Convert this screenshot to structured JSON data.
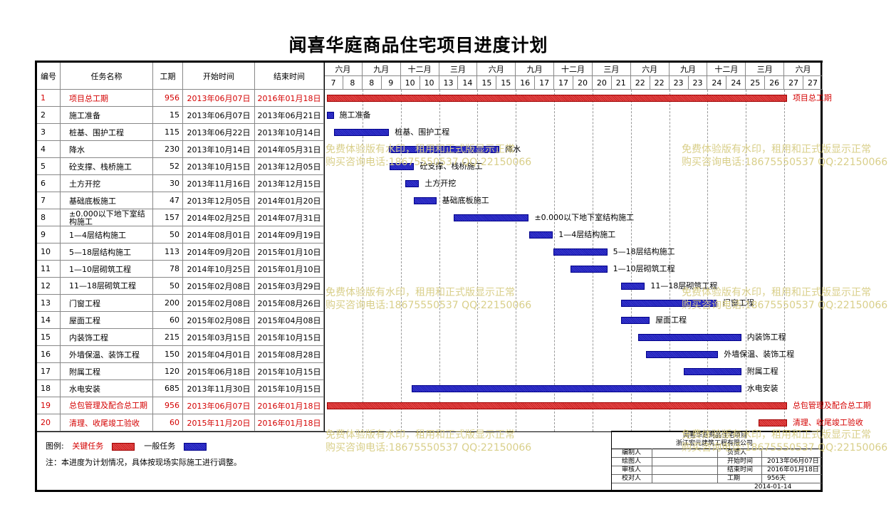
{
  "title": "闻喜华庭商品住宅项目进度计划",
  "columns": {
    "id": "编号",
    "name": "任务名称",
    "duration": "工期",
    "start": "开始时间",
    "end": "结束时间"
  },
  "timeline": {
    "months": [
      "六月",
      "九月",
      "十二月",
      "三月",
      "六月",
      "九月",
      "十二月",
      "三月",
      "六月",
      "九月",
      "十二月",
      "三月",
      "六月"
    ],
    "cells": [
      "7",
      "8",
      "8",
      "9",
      "10",
      "10",
      "13",
      "14",
      "15",
      "15",
      "16",
      "17",
      "17",
      "20",
      "20",
      "21",
      "22",
      "22",
      "23",
      "23",
      "24",
      "24",
      "25",
      "26",
      "27",
      "27"
    ]
  },
  "chart_data": {
    "type": "gantt",
    "title": "闻喜华庭商品住宅项目进度计划",
    "x_axis": {
      "type": "date",
      "range": [
        "2013-06-01",
        "2016-03-31"
      ]
    },
    "tasks": [
      {
        "id": "1",
        "name": "项目总工期",
        "duration": "956",
        "start": "2013年06月07日",
        "end": "2016年01月18日",
        "critical": true,
        "bar_label": "项目总工期",
        "x": [
          "2013-06-07",
          "2016-01-18"
        ]
      },
      {
        "id": "2",
        "name": "施工准备",
        "duration": "15",
        "start": "2013年06月07日",
        "end": "2013年06月21日",
        "critical": false,
        "bar_label": "施工准备",
        "x": [
          "2013-06-07",
          "2013-06-21"
        ]
      },
      {
        "id": "3",
        "name": "桩基、围护工程",
        "duration": "115",
        "start": "2013年06月22日",
        "end": "2013年10月14日",
        "critical": false,
        "bar_label": "桩基、围护工程",
        "x": [
          "2013-06-22",
          "2013-10-14"
        ]
      },
      {
        "id": "4",
        "name": "降水",
        "duration": "230",
        "start": "2013年10月14日",
        "end": "2014年05月31日",
        "critical": false,
        "bar_label": "降水",
        "x": [
          "2013-10-14",
          "2014-05-31"
        ]
      },
      {
        "id": "5",
        "name": "砼支撑、栈桥施工",
        "duration": "52",
        "start": "2013年10月15日",
        "end": "2013年12月05日",
        "critical": false,
        "bar_label": "砼支撑、栈桥施工",
        "x": [
          "2013-10-15",
          "2013-12-05"
        ]
      },
      {
        "id": "6",
        "name": "土方开挖",
        "duration": "30",
        "start": "2013年11月16日",
        "end": "2013年12月15日",
        "critical": false,
        "bar_label": "土方开挖",
        "x": [
          "2013-11-16",
          "2013-12-15"
        ]
      },
      {
        "id": "7",
        "name": "基础底板施工",
        "duration": "47",
        "start": "2013年12月05日",
        "end": "2014年01月20日",
        "critical": false,
        "bar_label": "基础底板施工",
        "x": [
          "2013-12-05",
          "2014-01-20"
        ]
      },
      {
        "id": "8",
        "name": "±0.000以下地下室结构施工",
        "duration": "157",
        "start": "2014年02月25日",
        "end": "2014年07月31日",
        "critical": false,
        "bar_label": "±0.000以下地下室结构施工",
        "x": [
          "2014-02-25",
          "2014-07-31"
        ]
      },
      {
        "id": "9",
        "name": "1—4层结构施工",
        "duration": "50",
        "start": "2014年08月01日",
        "end": "2014年09月19日",
        "critical": false,
        "bar_label": "1—4层结构施工",
        "x": [
          "2014-08-01",
          "2014-09-19"
        ]
      },
      {
        "id": "10",
        "name": "5—18层结构施工",
        "duration": "113",
        "start": "2014年09月20日",
        "end": "2015年01月10日",
        "critical": false,
        "bar_label": "5—18层结构施工",
        "x": [
          "2014-09-20",
          "2015-01-10"
        ]
      },
      {
        "id": "11",
        "name": "1—10层砌筑工程",
        "duration": "78",
        "start": "2014年10月25日",
        "end": "2015年01月10日",
        "critical": false,
        "bar_label": "1—10层砌筑工程",
        "x": [
          "2014-10-25",
          "2015-01-10"
        ]
      },
      {
        "id": "12",
        "name": "11—18层砌筑工程",
        "duration": "50",
        "start": "2015年02月08日",
        "end": "2015年03月29日",
        "critical": false,
        "bar_label": "11—18层砌筑工程",
        "x": [
          "2015-02-08",
          "2015-03-29"
        ]
      },
      {
        "id": "13",
        "name": "门窗工程",
        "duration": "200",
        "start": "2015年02月08日",
        "end": "2015年08月26日",
        "critical": false,
        "bar_label": "门窗工程",
        "x": [
          "2015-02-08",
          "2015-08-26"
        ]
      },
      {
        "id": "14",
        "name": "屋面工程",
        "duration": "60",
        "start": "2015年02月08日",
        "end": "2015年04月08日",
        "critical": false,
        "bar_label": "屋面工程",
        "x": [
          "2015-02-08",
          "2015-04-08"
        ]
      },
      {
        "id": "15",
        "name": "内装饰工程",
        "duration": "215",
        "start": "2015年03月15日",
        "end": "2015年10月15日",
        "critical": false,
        "bar_label": "内装饰工程",
        "x": [
          "2015-03-15",
          "2015-10-15"
        ]
      },
      {
        "id": "16",
        "name": "外墙保温、装饰工程",
        "duration": "150",
        "start": "2015年04月01日",
        "end": "2015年08月28日",
        "critical": false,
        "bar_label": "外墙保温、装饰工程",
        "x": [
          "2015-04-01",
          "2015-08-28"
        ]
      },
      {
        "id": "17",
        "name": "附属工程",
        "duration": "120",
        "start": "2015年06月18日",
        "end": "2015年10月15日",
        "critical": false,
        "bar_label": "附属工程",
        "x": [
          "2015-06-18",
          "2015-10-15"
        ]
      },
      {
        "id": "18",
        "name": "水电安装",
        "duration": "685",
        "start": "2013年11月30日",
        "end": "2015年10月15日",
        "critical": false,
        "bar_label": "水电安装",
        "x": [
          "2013-11-30",
          "2015-10-15"
        ]
      },
      {
        "id": "19",
        "name": "总包管理及配合总工期",
        "duration": "956",
        "start": "2013年06月07日",
        "end": "2016年01月18日",
        "critical": true,
        "bar_label": "总包管理及配合总工期",
        "x": [
          "2013-06-07",
          "2016-01-18"
        ]
      },
      {
        "id": "20",
        "name": "清理、收尾竣工验收",
        "duration": "60",
        "start": "2015年11月20日",
        "end": "2016年01月18日",
        "critical": true,
        "bar_label": "清理、收尾竣工验收",
        "x": [
          "2015-11-20",
          "2016-01-18"
        ]
      }
    ],
    "colors": {
      "critical": "#d42020",
      "normal": "#2020c0"
    }
  },
  "legend": {
    "label": "图例:",
    "critical": "关键任务",
    "normal": "一般任务",
    "note": "注：本进度为计划情况，具体按现场实际施工进行调整。"
  },
  "title_block": {
    "line1": "闻喜华庭商品住宅项目",
    "line2": "浙江宏元建筑工程有限公司",
    "rows": [
      {
        "left": "编制人",
        "mid": "负责人",
        "right": ""
      },
      {
        "left": "绘图人",
        "mid": "开始时间",
        "right": "2013年06月07日"
      },
      {
        "left": "审核人",
        "mid": "结束时间",
        "right": "2016年01月18日"
      },
      {
        "left": "校对人",
        "mid": "工期",
        "right": "956天"
      }
    ],
    "date": "2014-01-14"
  },
  "watermark": {
    "line1": "免费体验版有水印，租用和正式版显示正常",
    "line2": "购买咨询电话:18675550537 QQ:22150066"
  }
}
